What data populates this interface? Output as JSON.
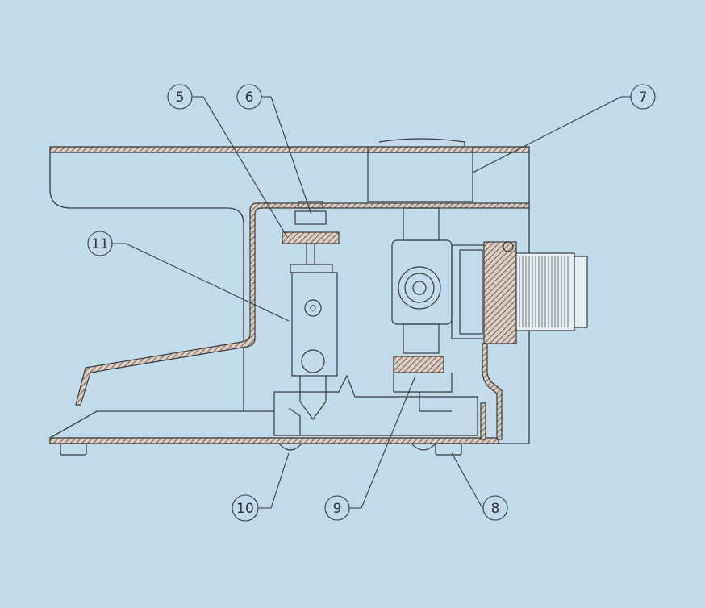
{
  "diagram": {
    "colors": {
      "background": "#c2dbeb",
      "line": "#3a3a3a",
      "hatch": "#7a5a4a",
      "callout_fill": "#c2dbeb"
    },
    "callouts": [
      {
        "id": "5",
        "label": "5"
      },
      {
        "id": "6",
        "label": "6"
      },
      {
        "id": "7",
        "label": "7"
      },
      {
        "id": "8",
        "label": "8"
      },
      {
        "id": "9",
        "label": "9"
      },
      {
        "id": "10",
        "label": "10"
      },
      {
        "id": "11",
        "label": "11"
      }
    ]
  }
}
